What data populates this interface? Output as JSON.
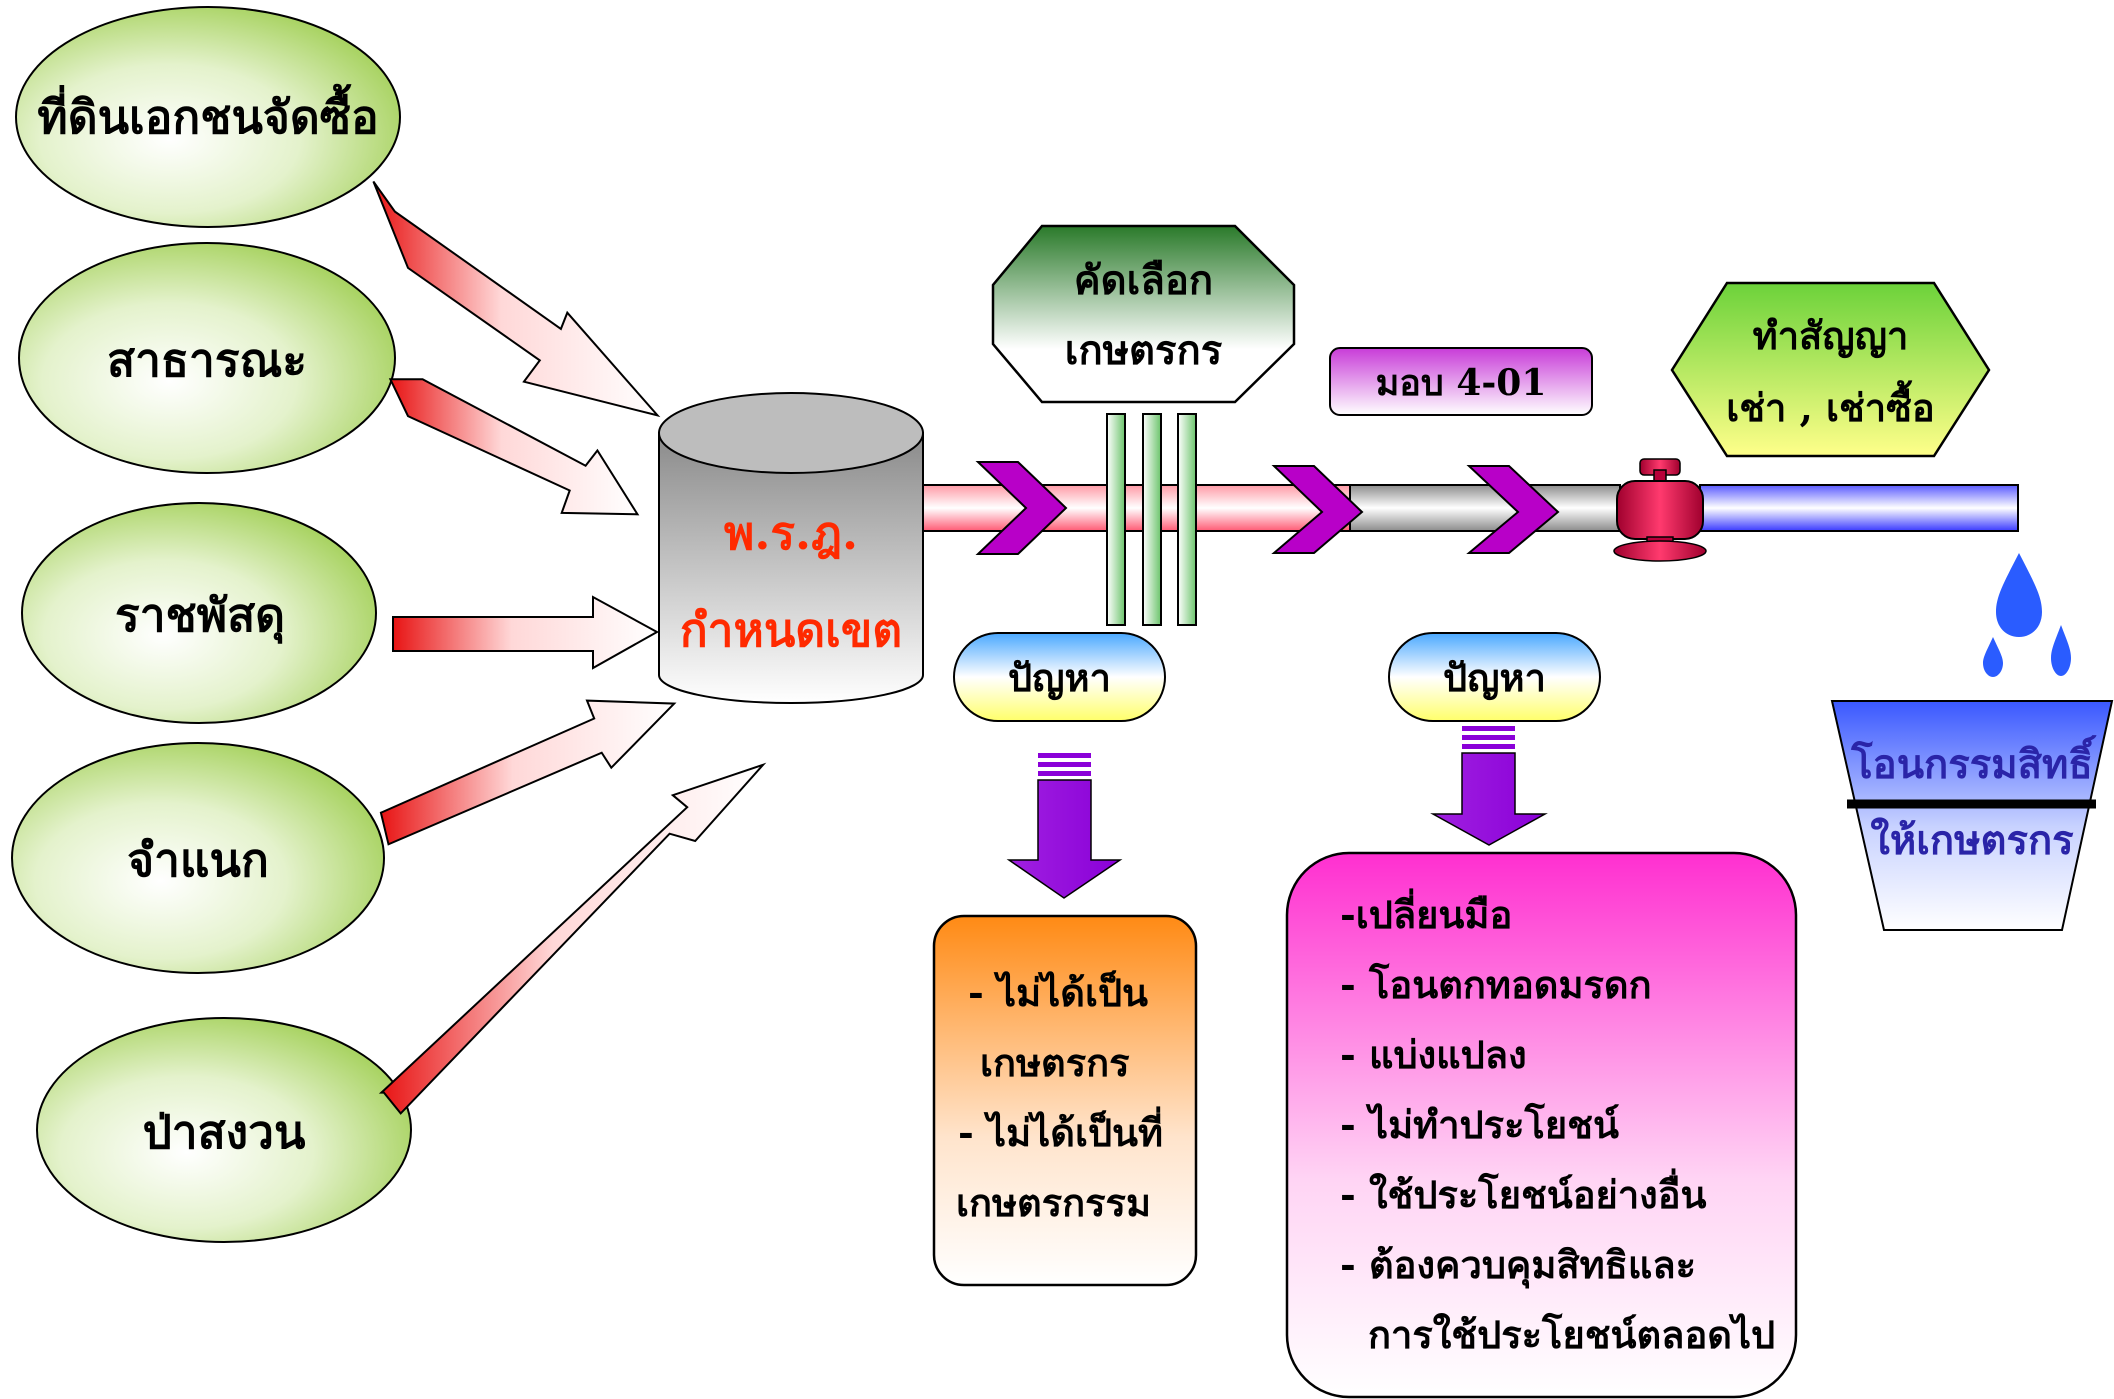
{
  "sources": [
    {
      "label": "ที่ดินเอกชนจัดซื้อ"
    },
    {
      "label": "สาธารณะ"
    },
    {
      "label": "ราชพัสดุ"
    },
    {
      "label": "จำแนก"
    },
    {
      "label": "ป่าสงวน"
    }
  ],
  "decree": {
    "line1": "พ.ร.ฎ.",
    "line2": "กำหนดเขต"
  },
  "select": {
    "line1": "คัดเลือก",
    "line2": "เกษตรกร"
  },
  "assign": {
    "label": "มอบ 4-01"
  },
  "contract": {
    "line1": "ทำสัญญา",
    "line2": "เช่า , เช่าซื้อ"
  },
  "problem1": {
    "label": "ปัญหา",
    "items": [
      "- ไม่ได้เป็น",
      "เกษตรกร",
      "- ไม่ได้เป็นที่",
      "เกษตรกรรม"
    ]
  },
  "problem2": {
    "label": "ปัญหา",
    "items": [
      "-เปลี่ยนมือ",
      "- โอนตกทอดมรดก",
      "- แบ่งแปลง",
      "- ไม่ทำประโยชน์",
      "- ใช้ประโยชน์อย่างอื่น",
      "- ต้องควบคุมสิทธิและ",
      "การใช้ประโยชน์ตลอดไป"
    ]
  },
  "transfer": {
    "line1": "โอนกรรมสิทธิ์",
    "line2": "ให้เกษตรกร"
  },
  "colors": {
    "ellipse": "#9acd3c",
    "arrow_red": "#e81818",
    "chevron": "#b800c8",
    "orange_box": "#ff8a14",
    "pink_box": "#ff2fd0",
    "decree_text": "#ff2a00",
    "transfer_text": "#2a24a8",
    "valve": "#e8105a",
    "water": "#2a5cff"
  }
}
